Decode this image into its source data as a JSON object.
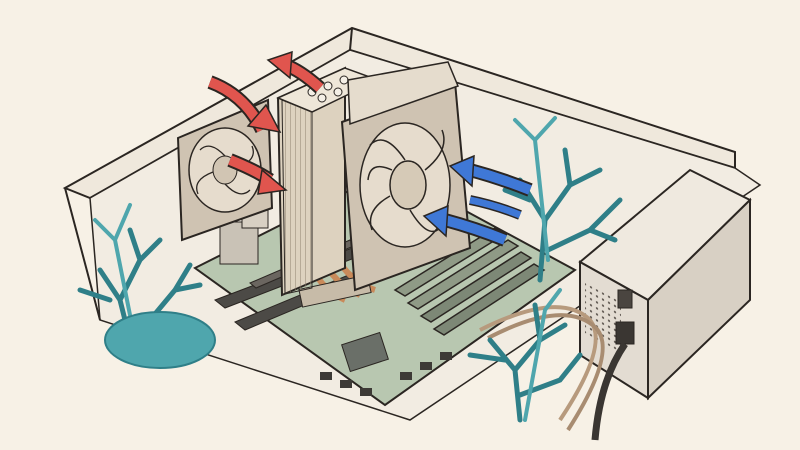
{
  "illustration": {
    "colors": {
      "paper": "#f7f1e6",
      "ink": "#2b2622",
      "case_wall": "#efe8dc",
      "case_shadow": "#d9cfc0",
      "motherboard": "#b8c7b0",
      "motherboard_dark": "#8da38a",
      "heatsink": "#ddd2bf",
      "heatsink_dark": "#b7a994",
      "fan_frame": "#cfc3b2",
      "fan_blade": "#e6dccd",
      "copper": "#c98a5a",
      "ram": "#8f9a86",
      "psu": "#e3dcd2",
      "coral": "#4fa6ad",
      "coral_dark": "#2f7f88",
      "hot_arrow": "#e0554e",
      "cool_arrow": "#3f78d6"
    },
    "elements": {
      "hot_arrows": 3,
      "cool_arrows": 3,
      "coral_clusters": 5
    }
  }
}
